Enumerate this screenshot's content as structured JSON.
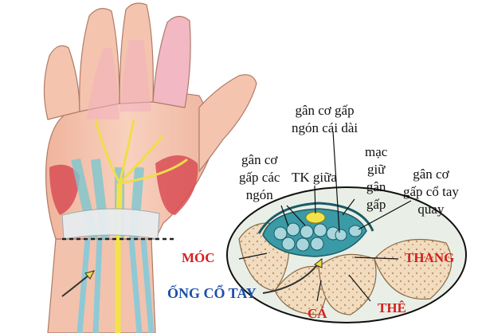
{
  "labels": {
    "flexor_pollicis_longus": [
      "gân cơ gấp",
      "ngón cái dài"
    ],
    "flexor_digitorum": [
      "gân cơ",
      "gấp các",
      "ngón"
    ],
    "median_nerve": "TK giữa",
    "flexor_retinaculum": [
      "mạc",
      "giữ",
      "gân",
      "gấp"
    ],
    "flexor_carpi_radialis": [
      "gân cơ",
      "gấp cổ tay",
      "quay"
    ],
    "hamate": "MÓC",
    "trapezium": "THANG",
    "carpal_tunnel": "ỐNG CỔ TAY",
    "capitate": "CẢ",
    "trapezoid": "THÊ"
  },
  "colors": {
    "label_red": "#d3201f",
    "label_blue": "#1d4fa8",
    "skin": "#f6c6b2",
    "tendon": "#7cc7cf",
    "nerve": "#f4e24a",
    "bone": "#f3e1c4",
    "muscle": "#d94d55"
  }
}
